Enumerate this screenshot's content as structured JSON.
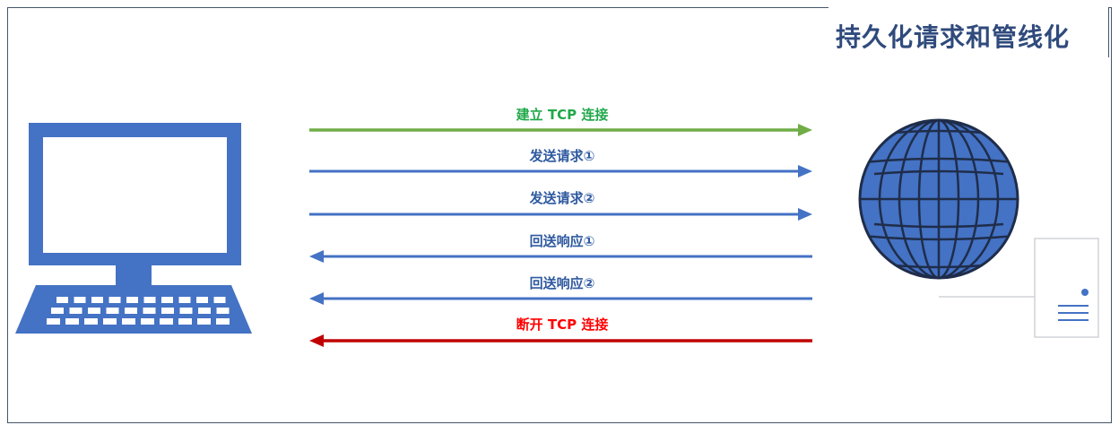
{
  "title": "持久化请求和管线化",
  "colors": {
    "green": "#70ad47",
    "blue": "#4472c4",
    "red": "#c00000",
    "greenText": "#21a84a",
    "blueText": "#2f5aa0",
    "redText": "#ff0000"
  },
  "arrows": [
    {
      "label": "建立 TCP 连接",
      "direction": "right",
      "color": "green"
    },
    {
      "label": "发送请求①",
      "direction": "right",
      "color": "blue"
    },
    {
      "label": "发送请求②",
      "direction": "right",
      "color": "blue"
    },
    {
      "label": "回送响应①",
      "direction": "left",
      "color": "blue"
    },
    {
      "label": "回送响应②",
      "direction": "left",
      "color": "blue"
    },
    {
      "label": "断开 TCP 连接",
      "direction": "left",
      "color": "red"
    }
  ],
  "icons": {
    "client": "laptop-icon",
    "server": "globe-server-icon"
  }
}
